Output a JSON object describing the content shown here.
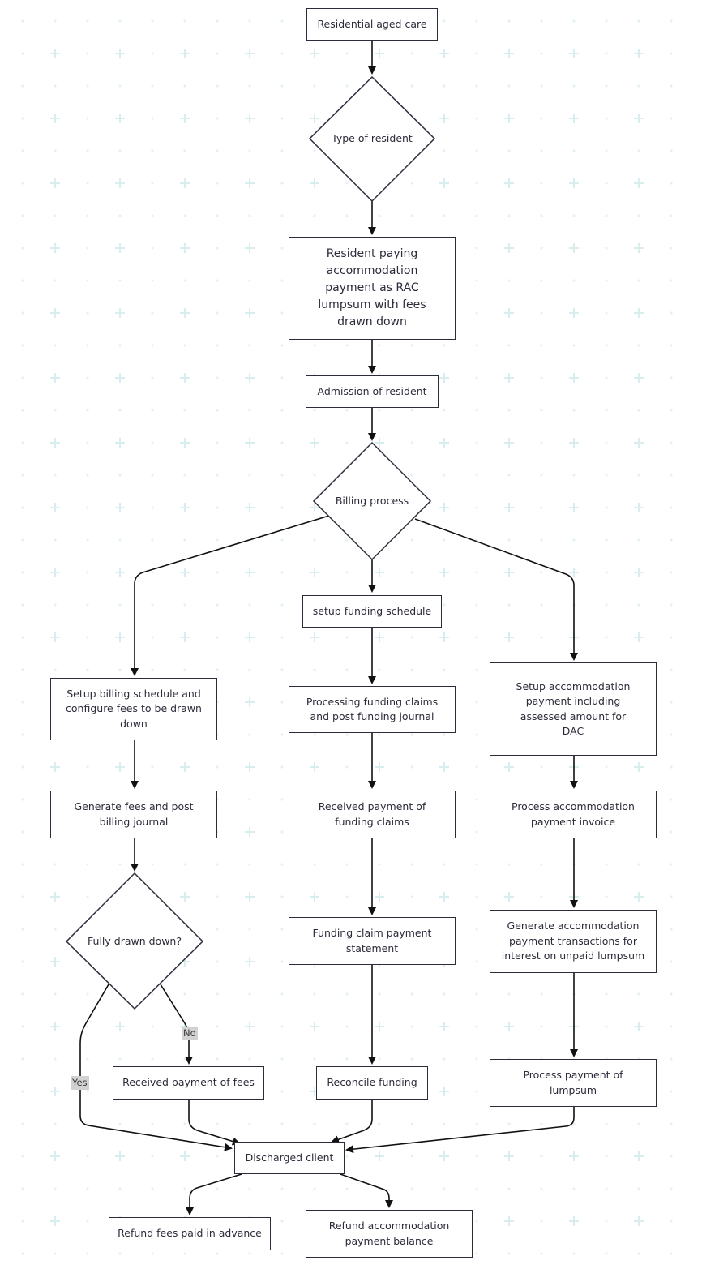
{
  "nodes": {
    "residential_aged_care": "Residential aged care",
    "type_of_resident": "Type of resident",
    "resident_paying": "Resident paying accommodation payment as RAC lumpsum with fees drawn down",
    "admission": "Admission of resident",
    "billing_process": "Billing process",
    "setup_funding_schedule": "setup funding schedule",
    "setup_billing_schedule": "Setup billing schedule and configure fees to be drawn down",
    "processing_funding_claims": "Processing funding claims and post funding journal",
    "setup_accommodation_payment": "Setup accommodation payment including assessed amount for DAC",
    "generate_fees": "Generate fees and post billing journal",
    "received_funding_claims": "Received payment of funding claims",
    "process_accommodation_invoice": "Process accommodation payment invoice",
    "fully_drawn_down": "Fully drawn down?",
    "funding_claim_statement": "Funding claim payment statement",
    "generate_accommodation_transactions": "Generate accommodation payment transactions for interest on unpaid lumpsum",
    "received_payment_fees": "Received payment of fees",
    "reconcile_funding": "Reconcile funding",
    "process_payment_lumpsum": "Process payment of lumpsum",
    "discharged_client": "Discharged client",
    "refund_fees": "Refund fees paid in advance",
    "refund_accommodation": "Refund accommodation payment balance"
  },
  "edge_labels": {
    "yes": "Yes",
    "no": "No"
  },
  "colors": {
    "stroke": "#2b2b3a",
    "grid_plus": "#d8eeee",
    "grid_dot": "#e3f1f1",
    "label_bg": "#d2d2d2"
  }
}
